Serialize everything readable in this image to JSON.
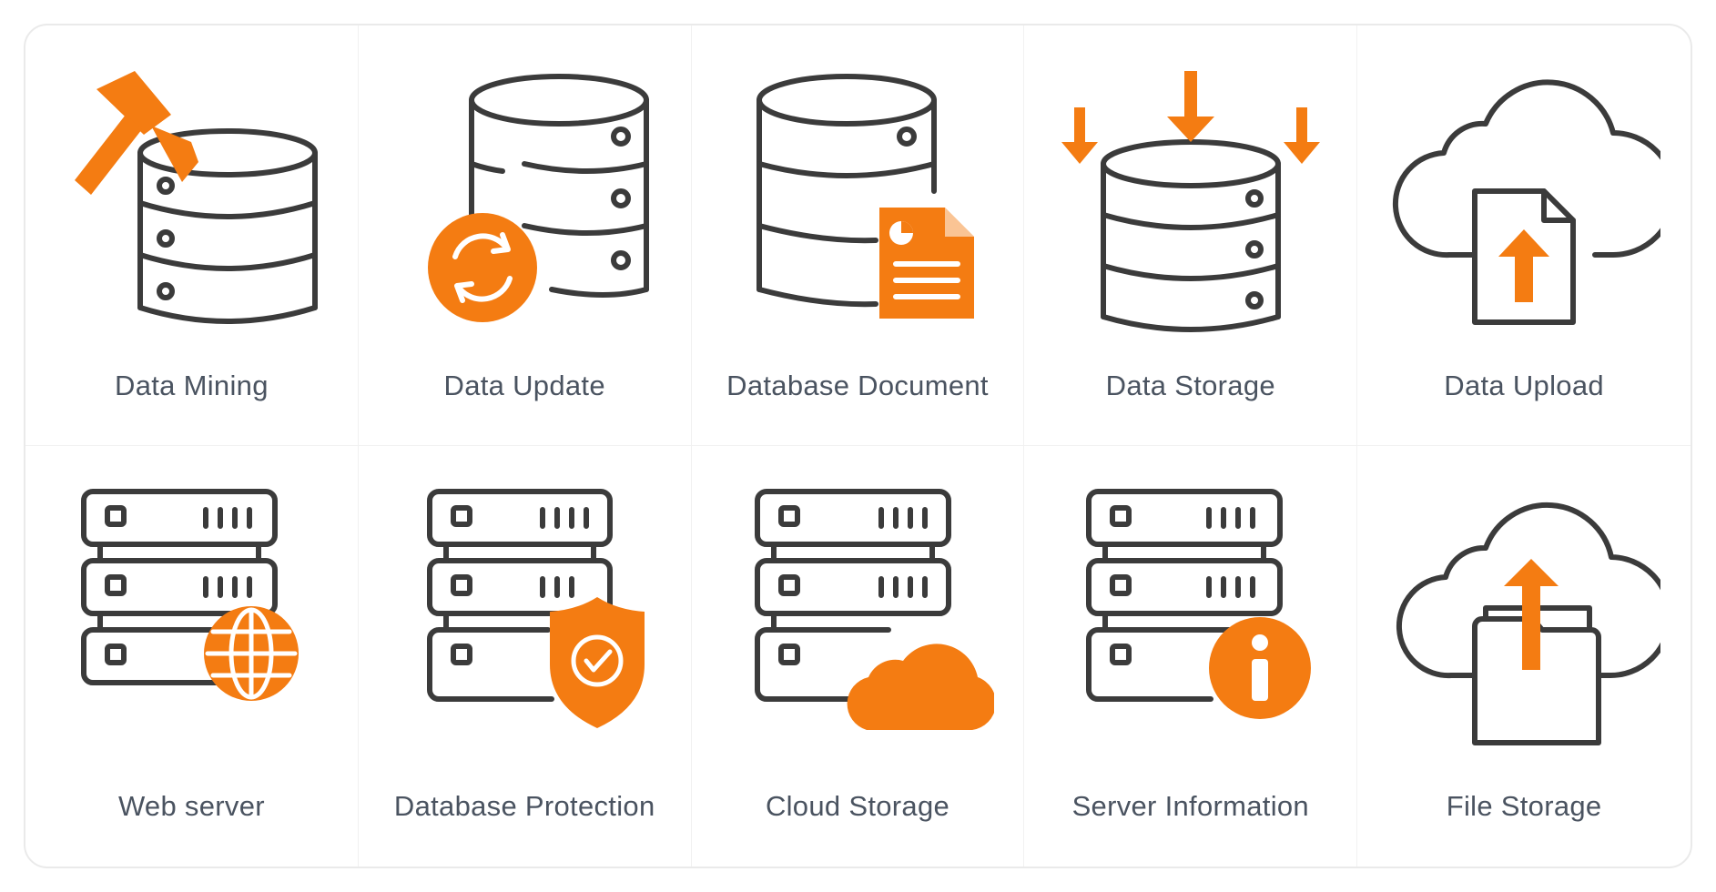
{
  "icons": [
    {
      "label": "Data Mining",
      "icon": "data-mining-icon"
    },
    {
      "label": "Data Update",
      "icon": "data-update-icon"
    },
    {
      "label": "Database Document",
      "icon": "database-document-icon"
    },
    {
      "label": "Data Storage",
      "icon": "data-storage-icon"
    },
    {
      "label": "Data Upload",
      "icon": "data-upload-icon"
    },
    {
      "label": "Web server",
      "icon": "web-server-icon"
    },
    {
      "label": "Database Protection",
      "icon": "database-protection-icon"
    },
    {
      "label": "Cloud Storage",
      "icon": "cloud-storage-icon"
    },
    {
      "label": "Server Information",
      "icon": "server-information-icon"
    },
    {
      "label": "File Storage",
      "icon": "file-storage-icon"
    }
  ],
  "colors": {
    "accent": "#f47c12",
    "outline": "#3b3b3b",
    "label": "#4a5360"
  }
}
